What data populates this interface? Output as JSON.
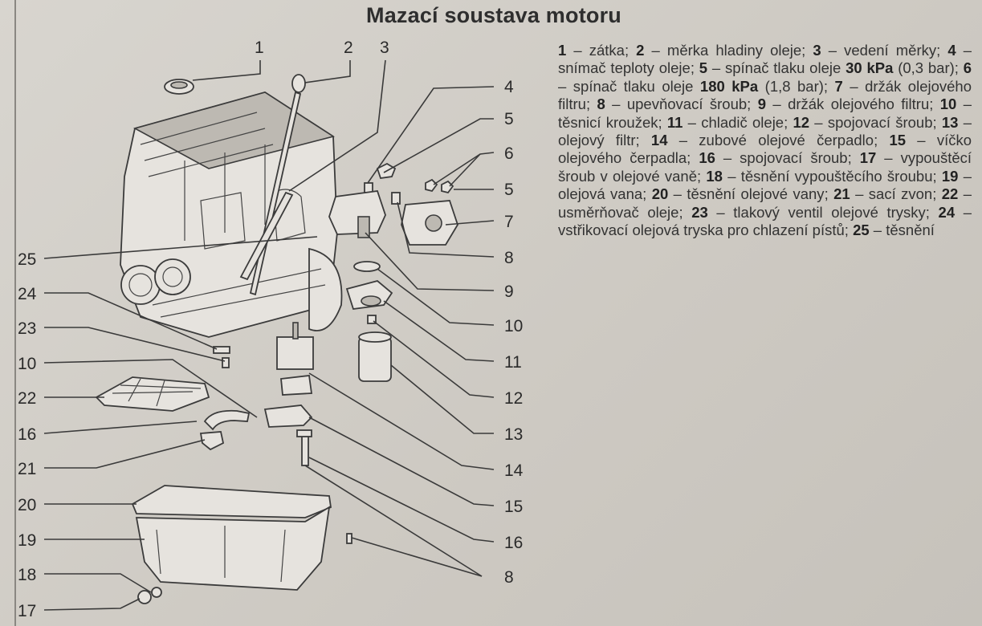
{
  "title": "Mazací soustava motoru",
  "legend": [
    {
      "num": "1",
      "text": "zátka"
    },
    {
      "num": "2",
      "text": "měrka hladiny oleje"
    },
    {
      "num": "3",
      "text": "vedení měrky"
    },
    {
      "num": "4",
      "text": "snímač teploty oleje"
    },
    {
      "num": "5",
      "text": "spínač tlaku oleje",
      "value": "30 kPa",
      "extra": "(0,3 bar)"
    },
    {
      "num": "6",
      "text": "spínač tlaku oleje",
      "value": "180 kPa",
      "extra": "(1,8 bar)"
    },
    {
      "num": "7",
      "text": "držák olejového filtru"
    },
    {
      "num": "8",
      "text": "upevňovací šroub"
    },
    {
      "num": "9",
      "text": "držák olejového filtru"
    },
    {
      "num": "10",
      "text": "těsnicí kroužek"
    },
    {
      "num": "11",
      "text": "chladič oleje"
    },
    {
      "num": "12",
      "text": "spojovací šroub"
    },
    {
      "num": "13",
      "text": "olejový filtr"
    },
    {
      "num": "14",
      "text": "zubové olejové čerpadlo"
    },
    {
      "num": "15",
      "text": "víčko olejového čerpadla"
    },
    {
      "num": "16",
      "text": "spojovací šroub"
    },
    {
      "num": "17",
      "text": "vypouštěcí šroub v olejové vaně"
    },
    {
      "num": "18",
      "text": "těsnění vypouštěcího šroubu"
    },
    {
      "num": "19",
      "text": "olejová vana"
    },
    {
      "num": "20",
      "text": "těsnění olejové vany"
    },
    {
      "num": "21",
      "text": "sací zvon"
    },
    {
      "num": "22",
      "text": "usměrňovač oleje"
    },
    {
      "num": "23",
      "text": "tlakový ventil olejové trysky"
    },
    {
      "num": "24",
      "text": "vstřikovací olejová tryska pro chlazení pístů"
    },
    {
      "num": "25",
      "text": "těsnění"
    }
  ],
  "labels": {
    "l1": "1",
    "l2": "2",
    "l3": "3",
    "l4": "4",
    "l5a": "5",
    "l6": "6",
    "l5b": "5",
    "l7": "7",
    "l8a": "8",
    "l9": "9",
    "l10a": "10",
    "l11": "11",
    "l12": "12",
    "l13": "13",
    "l14": "14",
    "l15": "15",
    "l16a": "16",
    "l8b": "8",
    "l25": "25",
    "l24": "24",
    "l23": "23",
    "l10b": "10",
    "l22": "22",
    "l16b": "16",
    "l21": "21",
    "l20": "20",
    "l19": "19",
    "l18": "18",
    "l17": "17"
  }
}
